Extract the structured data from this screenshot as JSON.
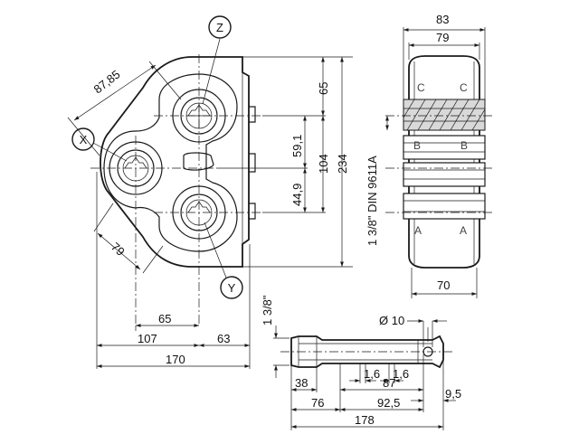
{
  "callouts": {
    "z": "Z",
    "x": "X",
    "y": "Y"
  },
  "front_view_dims": {
    "diag_top": "87,85",
    "diag_bottom": "79",
    "right_65": "65",
    "right_59_1": "59,1",
    "right_104": "104",
    "right_234": "234",
    "right_44_9": "44,9",
    "bottom_65": "65",
    "bottom_107": "107",
    "bottom_63": "63",
    "bottom_170": "170"
  },
  "side_view": {
    "dim_83": "83",
    "dim_79": "79",
    "dim_70": "70",
    "label_c_left": "C",
    "label_c_right": "C",
    "label_b_left": "B",
    "label_b_right": "B",
    "label_a_left": "A",
    "label_a_right": "A",
    "spline_spec": "1 3/8\" DIN 9611A"
  },
  "shaft_view": {
    "dia_spline": "1 3/8\"",
    "dia_hole": "Ø 10",
    "dim_1_6_a": "1,6",
    "dim_1_6_b": "1,6",
    "dim_38": "38",
    "dim_87": "87",
    "dim_76": "76",
    "dim_92_5": "92,5",
    "dim_9_5": "9,5",
    "dim_178": "178"
  }
}
